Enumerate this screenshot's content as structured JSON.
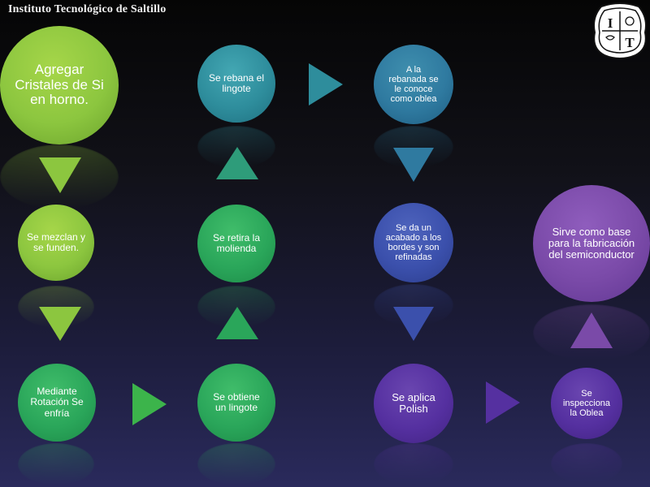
{
  "header": {
    "institution": "Instituto Tecnológico de Saltillo"
  },
  "logo": {
    "icon": "institute-seal-icon",
    "letters": [
      "I",
      "T"
    ]
  },
  "colors": {
    "green_light": "#8cc63f",
    "green": "#2aa65a",
    "teal": "#2e8d9c",
    "teal_blue": "#2f7aa0",
    "blue": "#3b50ac",
    "violet": "#5530a0",
    "purple": "#7a4aa8"
  },
  "steps": [
    {
      "id": 1,
      "text": "Agregar Cristales de Si en horno."
    },
    {
      "id": 2,
      "text": "Se mezclan y se funden."
    },
    {
      "id": 3,
      "text": "Mediante Rotación Se enfría"
    },
    {
      "id": 4,
      "text": "Se obtiene un lingote"
    },
    {
      "id": 5,
      "text": "Se retira la molienda"
    },
    {
      "id": 6,
      "text": "Se rebana el lingote"
    },
    {
      "id": 7,
      "text": "A la rebanada se le conoce como oblea"
    },
    {
      "id": 8,
      "text": "Se da un acabado a los bordes y son refinadas"
    },
    {
      "id": 9,
      "text": "Se aplica Polish"
    },
    {
      "id": 10,
      "text": "Se inspecciona la Oblea"
    },
    {
      "id": 11,
      "text": "Sirve como base para la fabricación del semiconductor"
    }
  ],
  "flow": [
    {
      "from": 1,
      "to": 2,
      "direction": "down"
    },
    {
      "from": 2,
      "to": 3,
      "direction": "down"
    },
    {
      "from": 3,
      "to": 4,
      "direction": "right"
    },
    {
      "from": 4,
      "to": 5,
      "direction": "up"
    },
    {
      "from": 5,
      "to": 6,
      "direction": "up"
    },
    {
      "from": 6,
      "to": 7,
      "direction": "right"
    },
    {
      "from": 7,
      "to": 8,
      "direction": "down"
    },
    {
      "from": 8,
      "to": 9,
      "direction": "down"
    },
    {
      "from": 9,
      "to": 10,
      "direction": "right"
    },
    {
      "from": 10,
      "to": 11,
      "direction": "up"
    }
  ]
}
